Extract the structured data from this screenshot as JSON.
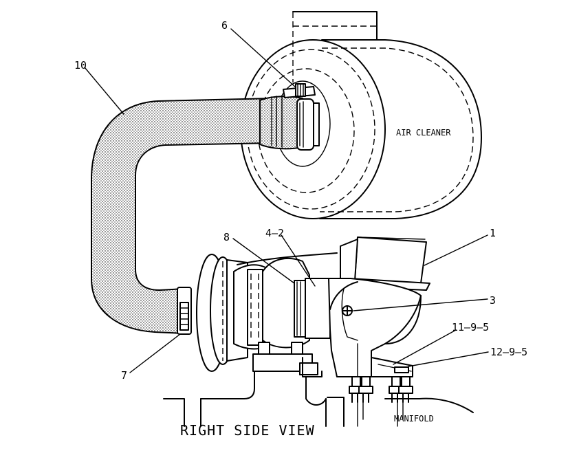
{
  "callouts": {
    "c1": "1",
    "c3": "3",
    "c4_2": "4—2",
    "c6": "6",
    "c7": "7",
    "c8": "8",
    "c10": "10",
    "c11_9_5": "11—9—5",
    "c12_9_5": "12—9—5"
  },
  "labels": {
    "air_cleaner": "AIR CLEANER",
    "manifold": "MANIFOLD",
    "view_title": "RIGHT SIDE VIEW"
  }
}
